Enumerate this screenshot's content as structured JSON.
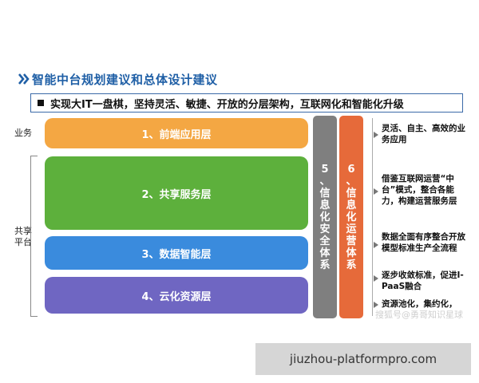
{
  "title": "智能中台规划建议和总体设计建议",
  "banner": "实现大IT一盘棋，坚持灵活、敏捷、开放的分层架构，互联网化和智能化升级",
  "side_labels": {
    "business": "业务",
    "shared_line1": "共享",
    "shared_line2": "平台"
  },
  "layers": [
    {
      "label": "1、前端应用层"
    },
    {
      "label": "2、共享服务层"
    },
    {
      "label": "3、数据智能层"
    },
    {
      "label": "4、云化资源层"
    }
  ],
  "columns": [
    {
      "label": "5、信息化安全体系",
      "chars": [
        "5",
        "、",
        "信",
        "息",
        "化",
        "安",
        "全",
        "体",
        "系"
      ]
    },
    {
      "label": "6、信息化运营体系",
      "chars": [
        "6",
        "、",
        "信",
        "息",
        "化",
        "运",
        "营",
        "体",
        "系"
      ]
    }
  ],
  "notes": [
    "灵活、自主、高效的业务应用",
    "借鉴互联网运营“中台”模式，整合各能力，构建运营服务层",
    "数据全面有序整合开放模型标准生产全流程",
    "逐步收敛标准，促进I-PaaS融合",
    "资源池化，集约化，"
  ],
  "watermark": "搜狐号@勇哥知识星球",
  "footer": "jiuzhou-platformpro.com",
  "colors": {
    "title": "#1f5fa6",
    "layer1": "#f4a743",
    "layer2": "#5db03c",
    "layer3": "#3a8bdd",
    "layer4": "#6f66c2",
    "column1": "#7f7f7f",
    "column2": "#e66a3a"
  }
}
